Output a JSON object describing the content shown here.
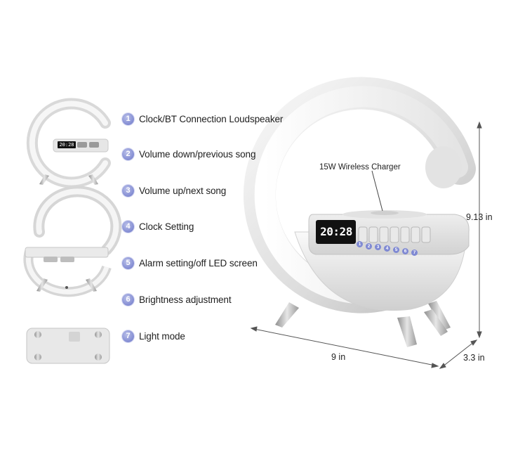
{
  "features": [
    {
      "number": "1",
      "label": "Clock/BT Connection Loudspeaker"
    },
    {
      "number": "2",
      "label": "Volume down/previous song"
    },
    {
      "number": "3",
      "label": "Volume up/next song"
    },
    {
      "number": "4",
      "label": "Clock Setting"
    },
    {
      "number": "5",
      "label": "Alarm setting/off LED screen"
    },
    {
      "number": "6",
      "label": "Brightness adjustment"
    },
    {
      "number": "7",
      "label": "Light mode"
    }
  ],
  "callout": {
    "wireless_charger": "15W Wireless Charger"
  },
  "dimensions": {
    "height": "9.13 in",
    "width": "9 in",
    "depth": "3.3 in"
  },
  "display": {
    "clock_main": "20:28",
    "clock_thumb": "20:28"
  },
  "button_numbers": [
    "1",
    "2",
    "3",
    "4",
    "5",
    "6",
    "7"
  ],
  "colors": {
    "badge": "#8a93d6",
    "product": "#f2f2f2",
    "screen": "#111111"
  }
}
